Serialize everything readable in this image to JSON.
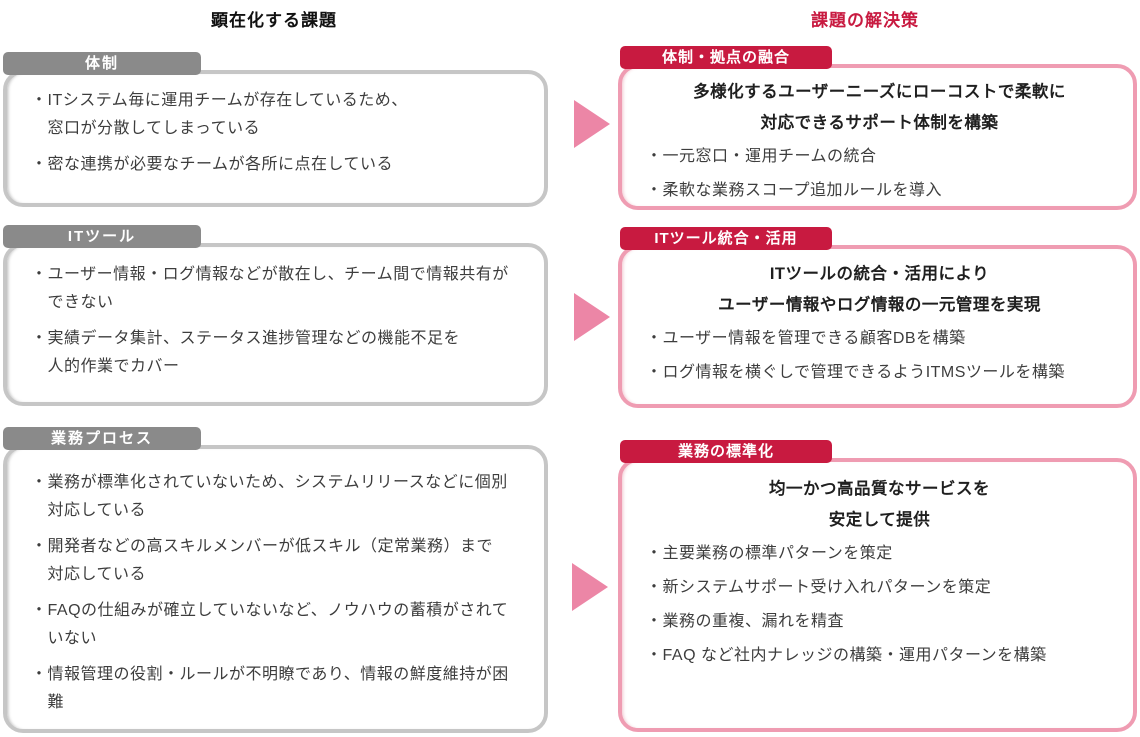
{
  "diagram": {
    "left_header": "顕在化する課題",
    "right_header": "課題の解決策"
  },
  "problems": [
    {
      "label": "体制",
      "bullets": [
        "・ITシステム毎に運用チームが存在しているため、\n　窓口が分散してしまっている",
        "・密な連携が必要なチームが各所に点在している"
      ]
    },
    {
      "label": "ITツール",
      "bullets": [
        "・ユーザー情報・ログ情報などが散在し、チーム間で情報共有が\n　できない",
        "・実績データ集計、ステータス進捗管理などの機能不足を\n　人的作業でカバー"
      ]
    },
    {
      "label": "業務プロセス",
      "bullets": [
        "・業務が標準化されていないため、システムリリースなどに個別\n　対応している",
        "・開発者などの高スキルメンバーが低スキル（定常業務）まで\n　対応している",
        "・FAQの仕組みが確立していないなど、ノウハウの蓄積がされて\n　いない",
        "・情報管理の役割・ルールが不明瞭であり、情報の鮮度維持が困\n　難"
      ]
    }
  ],
  "solutions": [
    {
      "label": "体制・拠点の融合",
      "headline": "多様化するユーザーニーズにローコストで柔軟に\n対応できるサポート体制を構築",
      "bullets": [
        "・一元窓口・運用チームの統合",
        "・柔軟な業務スコープ追加ルールを導入"
      ]
    },
    {
      "label": "ITツール統合・活用",
      "headline": "ITツールの統合・活用により\nユーザー情報やログ情報の一元管理を実現",
      "bullets": [
        "・ユーザー情報を管理できる顧客DBを構築",
        "・ログ情報を横ぐしで管理できるようITMSツールを構築"
      ]
    },
    {
      "label": "業務の標準化",
      "headline": "均一かつ高品質なサービスを\n安定して提供",
      "bullets": [
        "・主要業務の標準パターンを策定",
        "・新システムサポート受け入れパターンを策定",
        "・業務の重複、漏れを精査",
        "・FAQ など社内ナレッジの構築・運用パターンを構築"
      ]
    }
  ],
  "colors": {
    "accent_red": "#c81a40",
    "pink_border": "#ef9cb2",
    "arrow_pink": "#ec86a6",
    "gray_tab": "#8a8a8a",
    "gray_border": "#c6c6c6"
  }
}
